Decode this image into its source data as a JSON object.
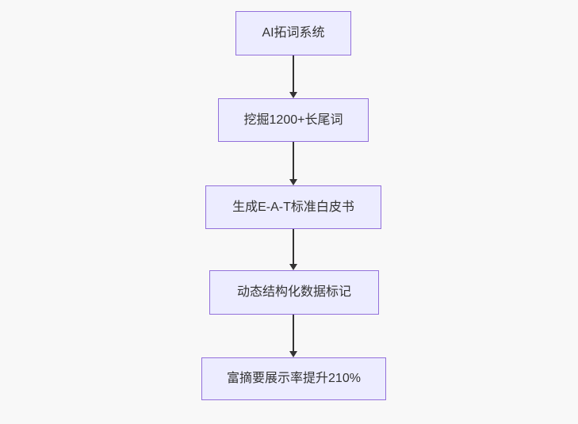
{
  "diagram": {
    "type": "flowchart-top-down",
    "colors": {
      "background": "#f8f8f8",
      "node_fill": "#ECECFF",
      "node_border": "#9370DB",
      "node_text": "#333333",
      "arrow": "#333333"
    },
    "nodes": [
      {
        "id": "A",
        "label": "AI拓词系统"
      },
      {
        "id": "B",
        "label": "挖掘1200+长尾词"
      },
      {
        "id": "C",
        "label": "生成E-A-T标准白皮书"
      },
      {
        "id": "D",
        "label": "动态结构化数据标记"
      },
      {
        "id": "E",
        "label": "富摘要展示率提升210%"
      }
    ],
    "edges": [
      {
        "from": "A",
        "to": "B",
        "label": ""
      },
      {
        "from": "B",
        "to": "C",
        "label": ""
      },
      {
        "from": "C",
        "to": "D",
        "label": ""
      },
      {
        "from": "D",
        "to": "E",
        "label": ""
      }
    ]
  }
}
